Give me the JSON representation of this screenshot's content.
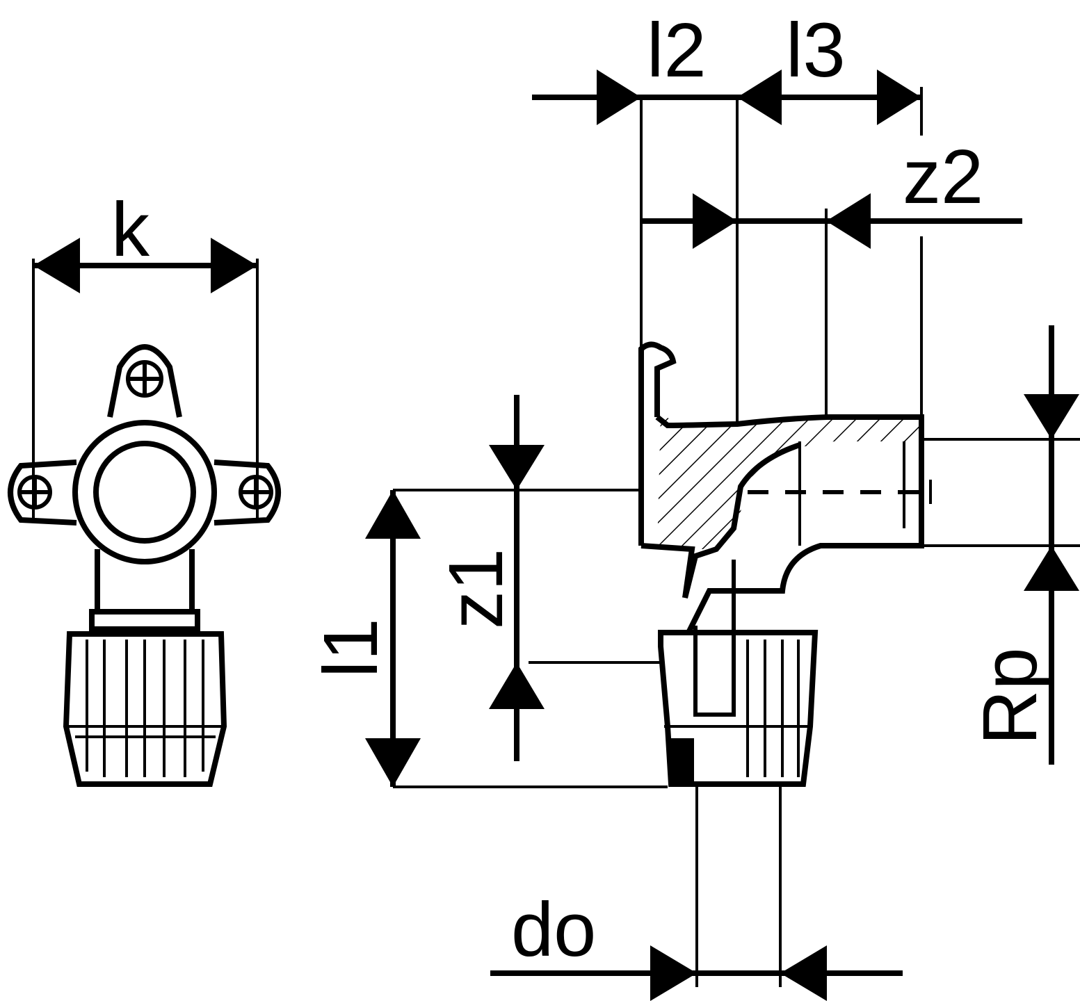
{
  "labels": {
    "k": "k",
    "l2": "l2",
    "l3": "l3",
    "z2": "z2",
    "z1": "z1",
    "l1": "l1",
    "rp": "Rp",
    "do": "do"
  },
  "colors": {
    "ink": "#000000",
    "paper": "#ffffff"
  }
}
